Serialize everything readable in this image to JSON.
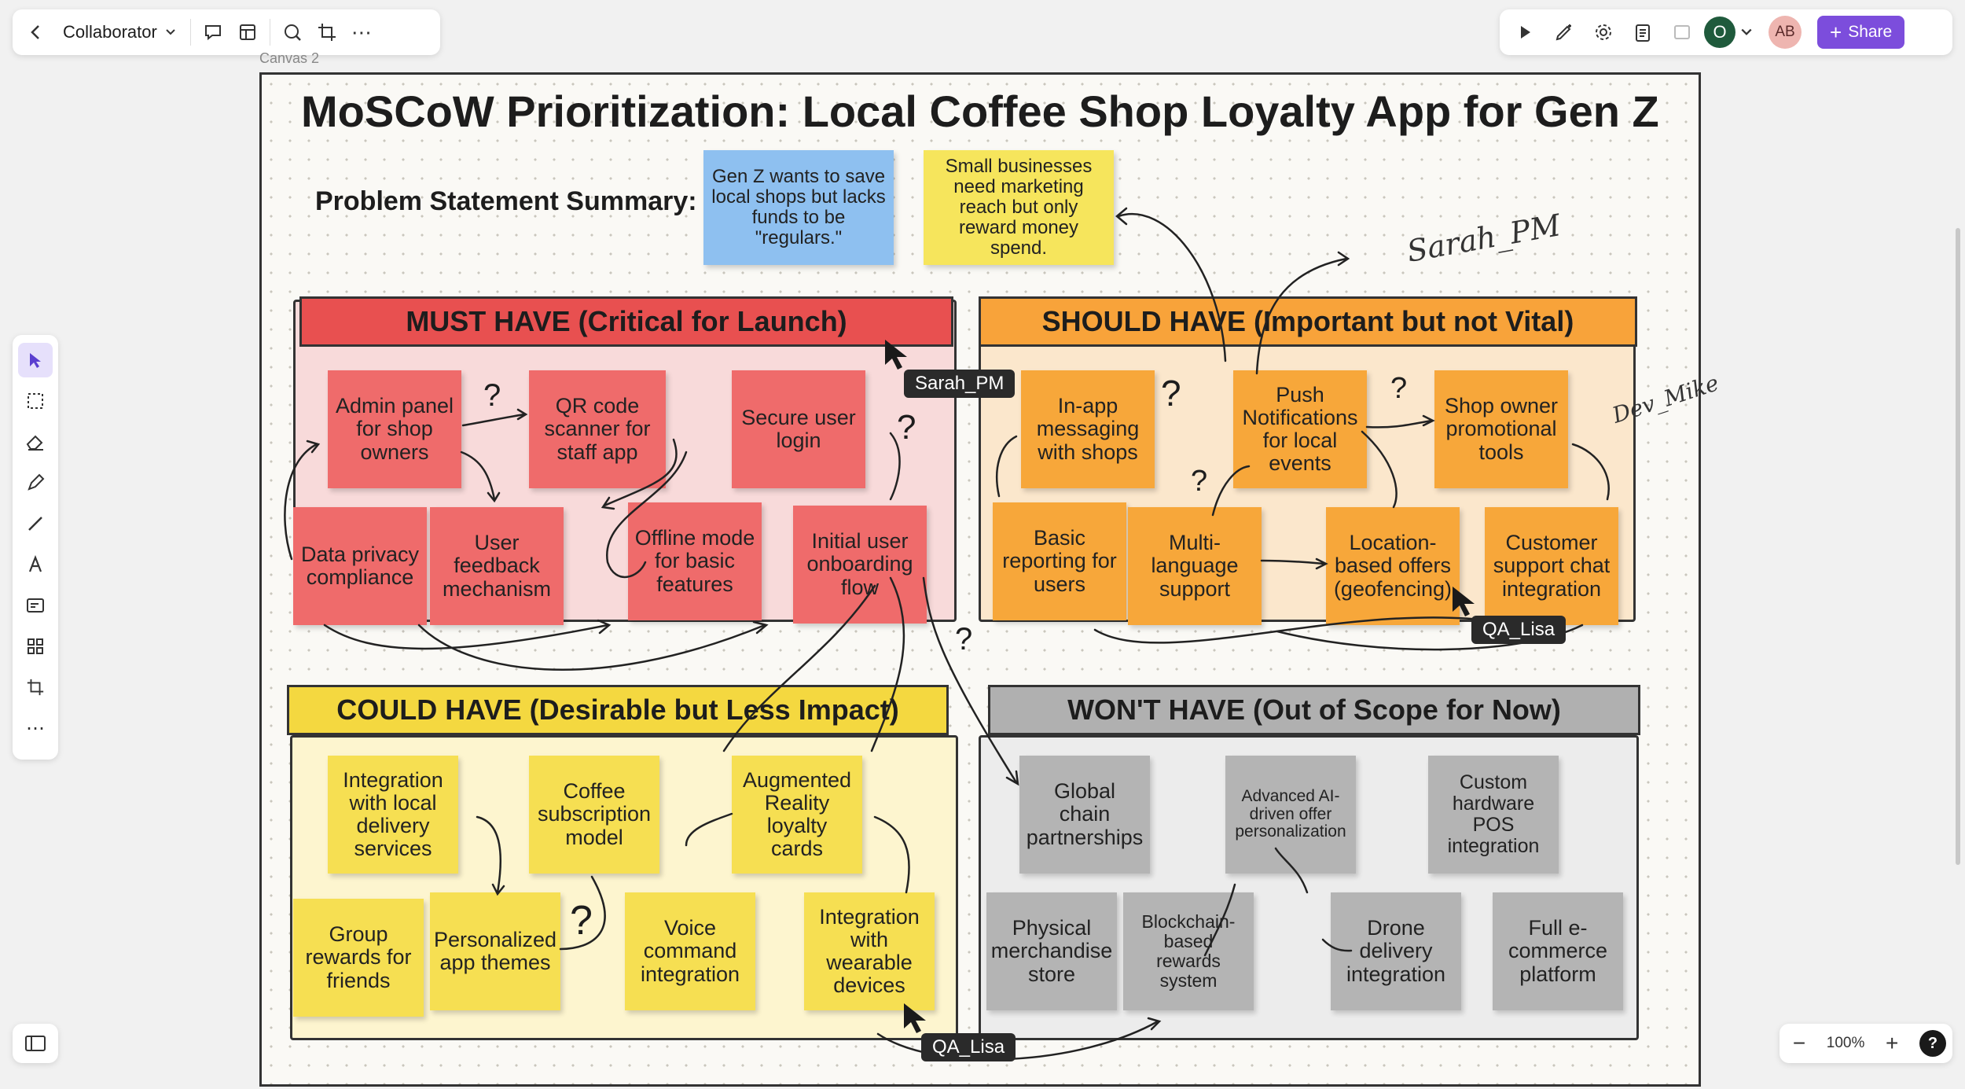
{
  "toolbar": {
    "back_icon": "chevron-left-icon",
    "workspace": "Collaborator",
    "share_label": "Share",
    "avatars": [
      "O",
      "AB"
    ]
  },
  "canvas_label": "Canvas 2",
  "board": {
    "title": "MoSCoW Prioritization: Local Coffee Shop Loyalty App for Gen Z",
    "problem_label": "Problem Statement Summary:",
    "problem_notes": [
      "Gen Z wants to save local shops but lacks funds to be \"regulars.\"",
      "Small businesses need marketing reach but only reward money spend."
    ],
    "must": {
      "title": "MUST HAVE (Critical for Launch)",
      "items": [
        "Admin panel for shop owners",
        "QR code scanner for staff app",
        "Secure user login",
        "Data privacy compliance",
        "User feedback mechanism",
        "Offline mode for basic features",
        "Initial user onboarding flow"
      ]
    },
    "should": {
      "title": "SHOULD HAVE (Important but not Vital)",
      "items": [
        "In-app messaging with shops",
        "Push Notifications for local events",
        "Shop owner promotional tools",
        "Basic reporting for users",
        "Multi-language support",
        "Location-based offers (geofencing)",
        "Customer support chat integration"
      ]
    },
    "could": {
      "title": "COULD HAVE (Desirable but Less Impact)",
      "items": [
        "Integration with local delivery services",
        "Coffee subscription model",
        "Augmented Reality loyalty cards",
        "Group rewards for friends",
        "Personalized app themes",
        "Voice command integration",
        "Integration with wearable devices"
      ]
    },
    "wont": {
      "title": "WON'T HAVE (Out of Scope for Now)",
      "items": [
        "Global chain partnerships",
        "Advanced AI-driven offer personalization",
        "Custom hardware POS integration",
        "Physical merchandise store",
        "Blockchain-based rewards system",
        "Drone delivery integration",
        "Full e-commerce platform"
      ]
    },
    "annotations": {
      "signature": "Sarah_PM",
      "signature2": "Dev_Mike"
    }
  },
  "cursors": [
    "Sarah_PM",
    "QA_Lisa",
    "QA_Lisa"
  ],
  "zoom": {
    "level": "100%",
    "help": "?"
  },
  "colors": {
    "must": "#ef6b6b",
    "should": "#f7a73a",
    "could": "#f6df52",
    "wont": "#b4b4b4",
    "accent": "#7c4ddc"
  }
}
